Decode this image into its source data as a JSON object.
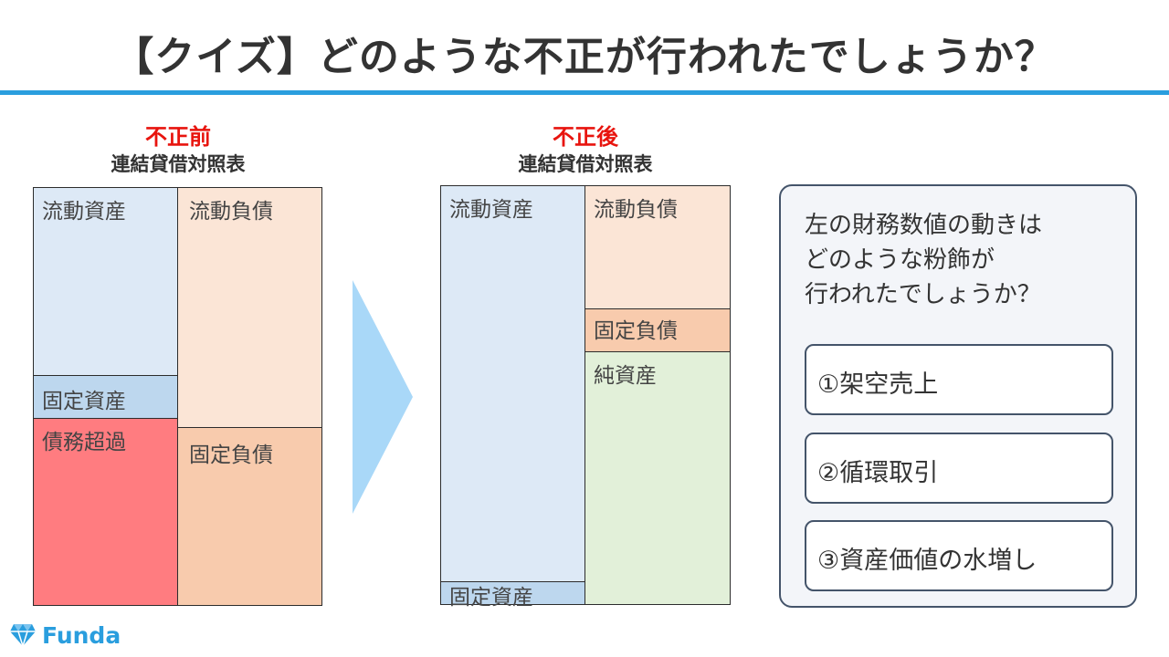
{
  "title": "【クイズ】どのような不正が行われたでしょうか？",
  "before": {
    "state": "不正前",
    "kind": "連結貸借対照表",
    "current_assets": "流動資産",
    "fixed_assets": "固定資産",
    "deficit": "債務超過",
    "current_liabilities": "流動負債",
    "fixed_liabilities": "固定負債"
  },
  "after": {
    "state": "不正後",
    "kind": "連結貸借対照表",
    "current_assets": "流動資産",
    "fixed_assets": "固定資産",
    "current_liabilities": "流動負債",
    "fixed_liabilities": "固定負債",
    "net_assets": "純資産"
  },
  "quiz": {
    "question_lines": [
      "左の財務数値の動きは",
      "どのような粉飾が",
      "行われたでしょうか？"
    ],
    "options": [
      "①架空売上",
      "②循環取引",
      "③資産価値の水増し"
    ]
  },
  "brand": {
    "name": "Funda"
  },
  "colors": {
    "accent": "#2a9ede",
    "heading_red": "#e8140e",
    "current_assets": "#dde9f6",
    "fixed_assets": "#bdd7ee",
    "current_liabilities": "#fbe5d6",
    "fixed_liabilities": "#f8cbad",
    "deficit": "#ff7c80",
    "net_assets": "#e2f0d9",
    "arrow": "#a9d8f8"
  }
}
